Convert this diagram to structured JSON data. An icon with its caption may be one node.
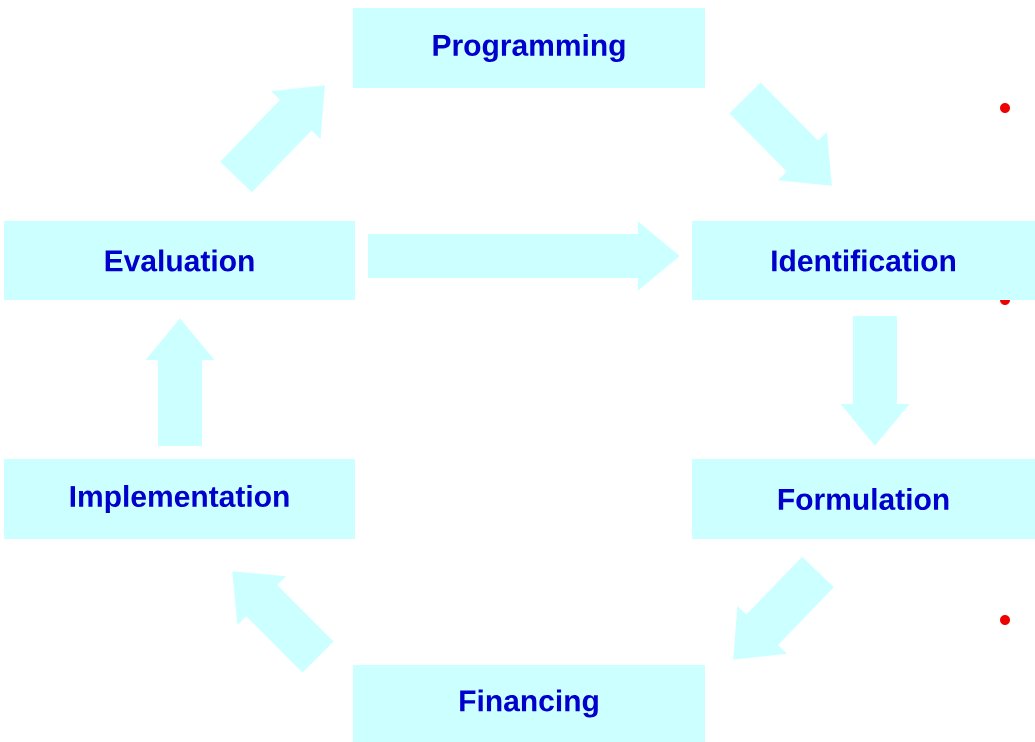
{
  "diagram": {
    "nodes": [
      {
        "text": [
          "Programming"
        ]
      },
      {
        "text": [
          "Identification"
        ]
      },
      {
        "text": [
          "Formulation"
        ]
      },
      {
        "text": [
          "Financing"
        ]
      },
      {
        "text": [
          "Implementation"
        ]
      },
      {
        "text": [
          "Evaluation"
        ]
      }
    ],
    "edges": [
      {
        "from": 0,
        "to": 1,
        "arrow": "to"
      },
      {
        "from": 1,
        "to": 2,
        "arrow": "to"
      },
      {
        "from": 2,
        "to": 3,
        "arrow": "to"
      },
      {
        "from": 3,
        "to": 4,
        "arrow": "to"
      },
      {
        "from": 4,
        "to": 5,
        "arrow": "to"
      },
      {
        "from": 5,
        "to": 0,
        "arrow": "to"
      },
      {
        "from": 5,
        "to": 1,
        "arrow": "to"
      }
    ]
  }
}
